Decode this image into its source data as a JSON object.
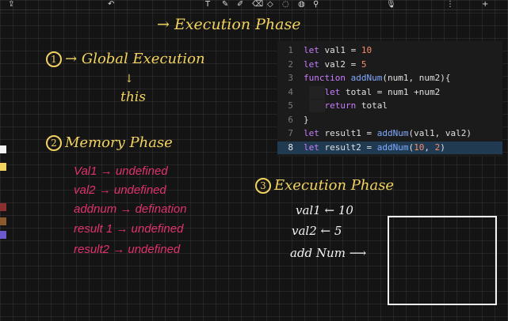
{
  "toolbar": {
    "icons": [
      "share-icon",
      "undo-icon",
      "text-tool-icon",
      "pen-icon",
      "pencil-icon",
      "eraser-icon",
      "shape-icon",
      "lasso-icon",
      "comment-icon",
      "link-icon",
      "microphone-icon",
      "more-icon",
      "add-icon"
    ],
    "glyphs": [
      "⇪",
      "↶",
      "T",
      "✎",
      "✐",
      "⌫",
      "◇",
      "◌",
      "◍",
      "⚲",
      "🎙",
      "⋮",
      "+"
    ]
  },
  "board": {
    "title": "Execution Phase",
    "step1": {
      "num": "1",
      "label": "Global Execution",
      "sub": "this"
    },
    "step2": {
      "num": "2",
      "label": "Memory Phase"
    },
    "memory": [
      {
        "name": "Val1",
        "value": "undefined"
      },
      {
        "name": "val2",
        "value": "undefined"
      },
      {
        "name": "addnum",
        "value": "defination"
      },
      {
        "name": "result 1",
        "value": "undefined"
      },
      {
        "name": "result2",
        "value": "undefined"
      }
    ],
    "step3": {
      "num": "3",
      "label": "Execution Phase"
    },
    "exec": [
      {
        "name": "val1",
        "value": "10"
      },
      {
        "name": "val2",
        "value": "5"
      },
      {
        "name": "add Num",
        "value": ""
      }
    ]
  },
  "code": {
    "lines": [
      {
        "n": "1",
        "text": "let val1 = 10"
      },
      {
        "n": "2",
        "text": "let val2 = 5"
      },
      {
        "n": "3",
        "text": "function addNum(num1, num2){"
      },
      {
        "n": "4",
        "text": "    let total = num1 +num2"
      },
      {
        "n": "5",
        "text": "    return total"
      },
      {
        "n": "6",
        "text": "}"
      },
      {
        "n": "7",
        "text": "let result1 = addNum(val1, val2)"
      },
      {
        "n": "8",
        "text": "let result2 = addNum(10, 2)"
      }
    ],
    "active_line": "8"
  },
  "colors": {
    "yellow": "#f2d35f",
    "pink": "#e0316f",
    "white": "#f3f3f3",
    "highlight": "#203a52"
  },
  "swatches": [
    "#f3f3f3",
    "#f2d35f",
    "#8a2f2f",
    "#8a5a2f",
    "#6a5acd"
  ]
}
